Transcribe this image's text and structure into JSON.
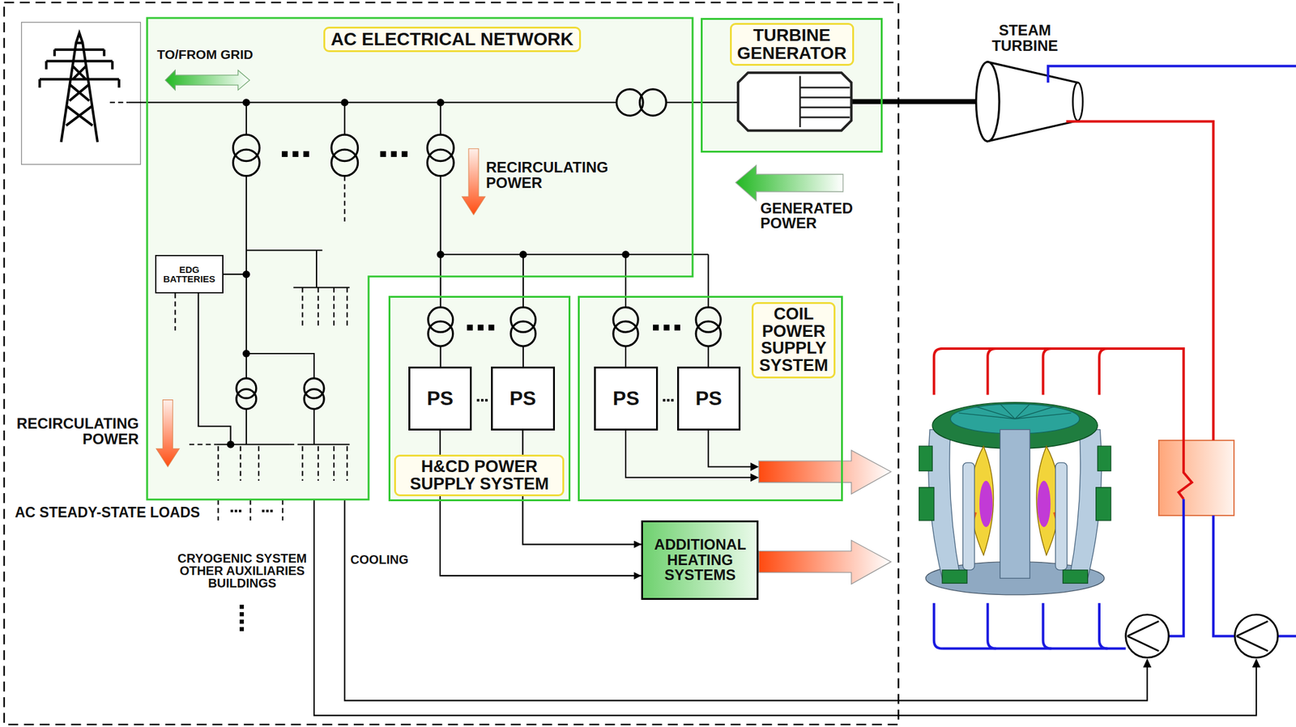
{
  "diagram": {
    "nodes": [
      {
        "text": [
          "AC ELECTRICAL NETWORK"
        ]
      },
      {
        "text": [
          "TURBINE GENERATOR"
        ]
      },
      {
        "text": [
          "EDG BATTERIES"
        ],
        "in": 0
      },
      {
        "text": [
          "H&CD POWER SUPPLY SYSTEM"
        ]
      },
      {
        "text": [
          "PS"
        ],
        "in": 3
      },
      {
        "text": [
          "PS"
        ],
        "in": 3
      },
      {
        "text": [
          "COIL POWER SUPPLY SYSTEM"
        ]
      },
      {
        "text": [
          "PS"
        ],
        "in": 6
      },
      {
        "text": [
          "PS"
        ],
        "in": 6
      },
      {
        "text": [
          "ADDITIONAL HEATING SYSTEMS"
        ]
      }
    ],
    "edges": [
      {
        "from": 0,
        "to": 1,
        "arrow": "none"
      },
      {
        "from": 0,
        "to": 3,
        "arrow": "none"
      },
      {
        "from": 0,
        "to": 6,
        "arrow": "none"
      },
      {
        "from": 4,
        "to": 9,
        "arrow": "to"
      },
      {
        "from": 5,
        "to": 9,
        "arrow": "to"
      }
    ],
    "labels": [
      "TO/FROM GRID",
      "RECIRCULATING POWER",
      "GENERATED POWER",
      "STEAM TURBINE",
      "RECIRCULATING POWER",
      "AC STEADY-STATE LOADS",
      "CRYOGENIC SYSTEM OTHER AUXILIARIES BUILDINGS",
      "COOLING"
    ]
  }
}
